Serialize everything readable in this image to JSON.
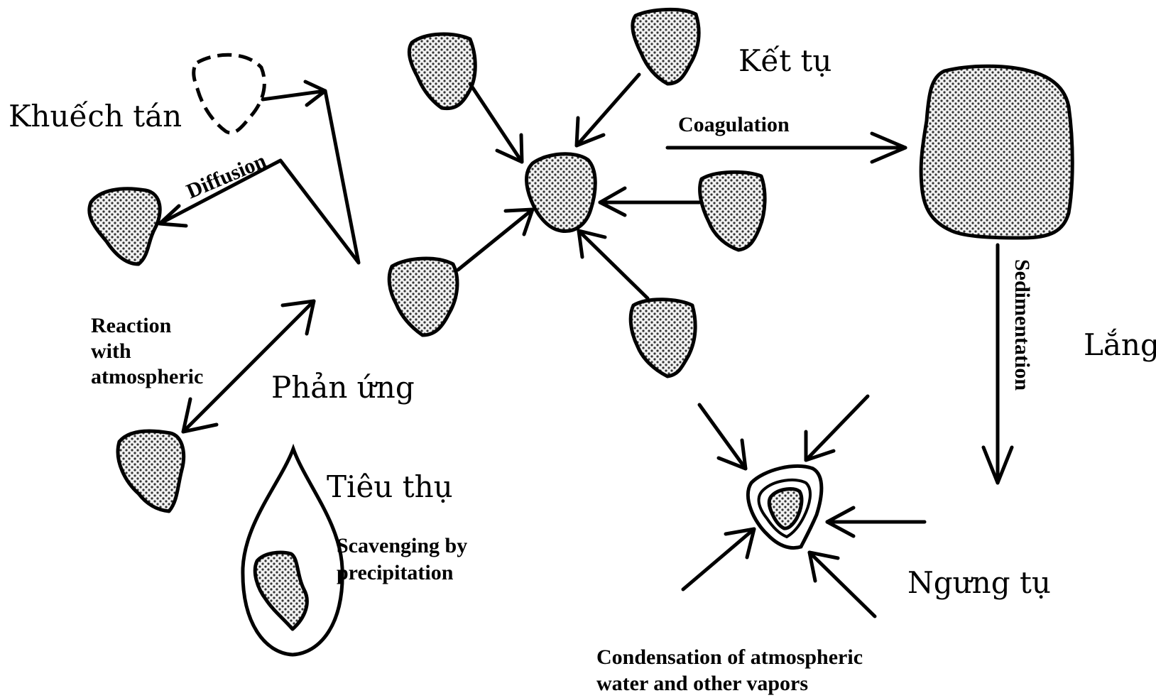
{
  "labels": {
    "khuech_tan": "Khuếch tán",
    "diffusion": "Diffusion",
    "reaction_line1": "Reaction",
    "reaction_line2": "with",
    "reaction_line3": "atmospheric",
    "phan_ung": "Phản ứng",
    "tieu_thu": "Tiêu thụ",
    "scavenging_line1": "Scavenging by",
    "scavenging_line2": "precipitation",
    "ket_tu": "Kết tụ",
    "coagulation": "Coagulation",
    "sedimentation": "Sedimentation",
    "lang": "Lắng",
    "ngung_tu": "Ngưng tụ",
    "condensation_line1": "Condensation of atmospheric",
    "condensation_line2": "water and other vapors"
  }
}
